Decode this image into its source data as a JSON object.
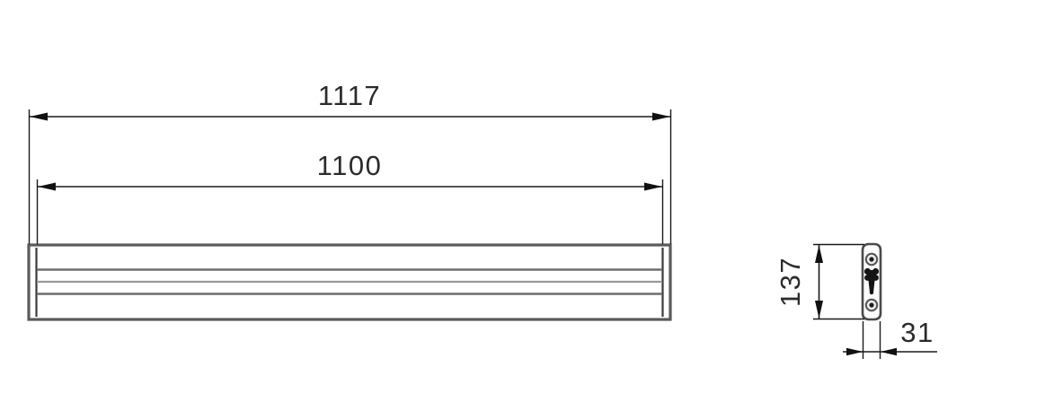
{
  "drawing": {
    "title": "Technical Dimension Drawing",
    "background_color": "#ffffff",
    "line_color": "#1a1a1a",
    "body_color": "#5a5a5a",
    "text_color": "#2b2b2b"
  },
  "dimensions": {
    "overall_length": {
      "label": "1117",
      "value": 1117,
      "unit": "mm",
      "orientation": "horizontal",
      "position": "top"
    },
    "inner_length": {
      "label": "1100",
      "value": 1100,
      "unit": "mm",
      "orientation": "horizontal",
      "position": "upper-middle"
    },
    "bracket_height": {
      "label": "137",
      "value": 137,
      "unit": "mm",
      "orientation": "vertical-rotated",
      "position": "right-detail-left"
    },
    "bracket_width": {
      "label": "31",
      "value": 31,
      "unit": "mm",
      "orientation": "horizontal",
      "position": "right-detail-bottom"
    }
  },
  "views": {
    "front_elevation": {
      "name": "front-elevation-view",
      "rail_count": 3,
      "outer_frame": true,
      "inner_frame": true
    },
    "side_detail": {
      "name": "bracket-side-view",
      "screw_hole_count": 2,
      "keyhole_slot": true,
      "rounded_corners": true
    }
  }
}
